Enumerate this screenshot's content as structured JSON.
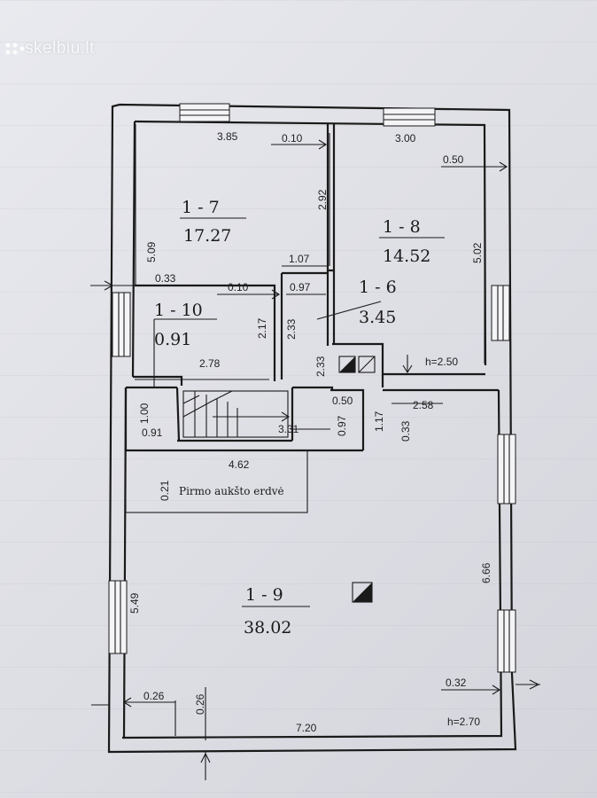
{
  "watermark": "skelbiu.lt",
  "rooms": [
    {
      "id": "1 - 7",
      "area": "17.27"
    },
    {
      "id": "1 - 8",
      "area": "14.52"
    },
    {
      "id": "1 - 10",
      "area": "0.91"
    },
    {
      "id": "1 - 6",
      "area": "3.45"
    },
    {
      "id": "1 - 9",
      "area": "38.02"
    }
  ],
  "second_floor_label": "Pirmo aukšto erdvė",
  "heights": [
    "h=2.50",
    "h=2.70"
  ],
  "dimensions": {
    "d385": "3.85",
    "d010a": "0.10",
    "d300": "3.00",
    "d050a": "0.50",
    "d292": "2.92",
    "d509": "5.09",
    "d502": "5.02",
    "d107": "1.07",
    "d033": "0.33",
    "d010b": "0.10",
    "d097a": "0.97",
    "d217": "2.17",
    "d233a": "2.33",
    "d233b": "2.33",
    "d278": "2.78",
    "d100": "1.00",
    "d091": "0.91",
    "d331": "3.31",
    "d050b": "0.50",
    "d097b": "0.97",
    "d117": "1.17",
    "d033b": "0.33",
    "d258": "2.58",
    "d462": "4.62",
    "d021": "0.21",
    "d666": "6.66",
    "d549": "5.49",
    "d026a": "0.26",
    "d026b": "0.26",
    "d032": "0.32",
    "d720": "7.20"
  }
}
